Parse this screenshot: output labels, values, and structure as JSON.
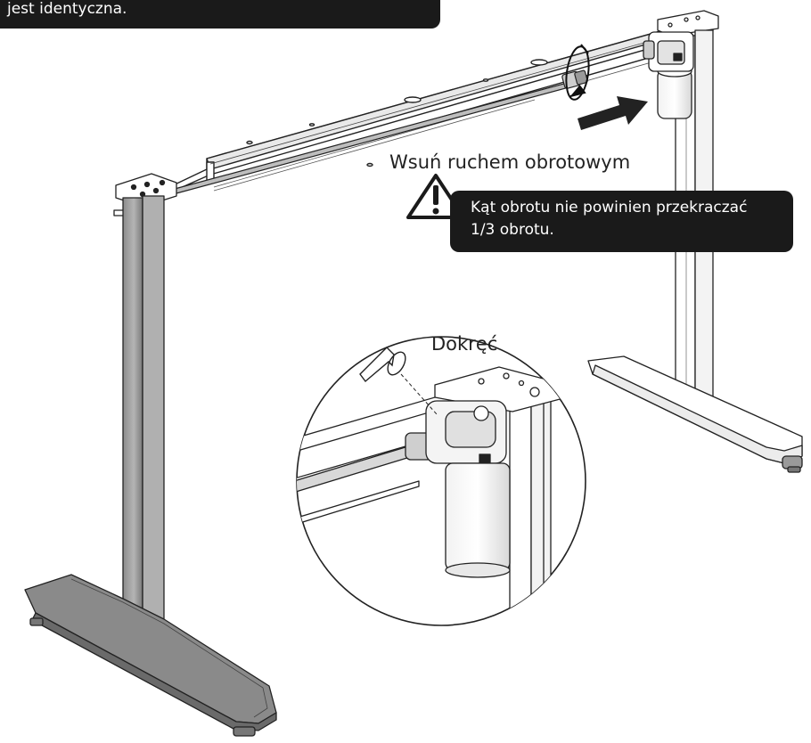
{
  "instructions": {
    "top_note": "jest identyczna.",
    "rotate_label": "Wsuń ruchem obrotowym",
    "warning_line1": "Kąt obrotu nie powinien przekraczać",
    "warning_line2": "1/3 obrotu.",
    "tighten_label": "Dokręć"
  },
  "icons": {
    "warning": "warning-triangle-icon",
    "rotation": "rotation-arrow-icon",
    "push": "push-arrow-icon",
    "hex_key": "allen-key-icon"
  },
  "colors": {
    "callout_background": "#1a1a1a",
    "callout_text": "#ffffff",
    "frame_gray": "#9a9a9a",
    "line": "#222222"
  }
}
